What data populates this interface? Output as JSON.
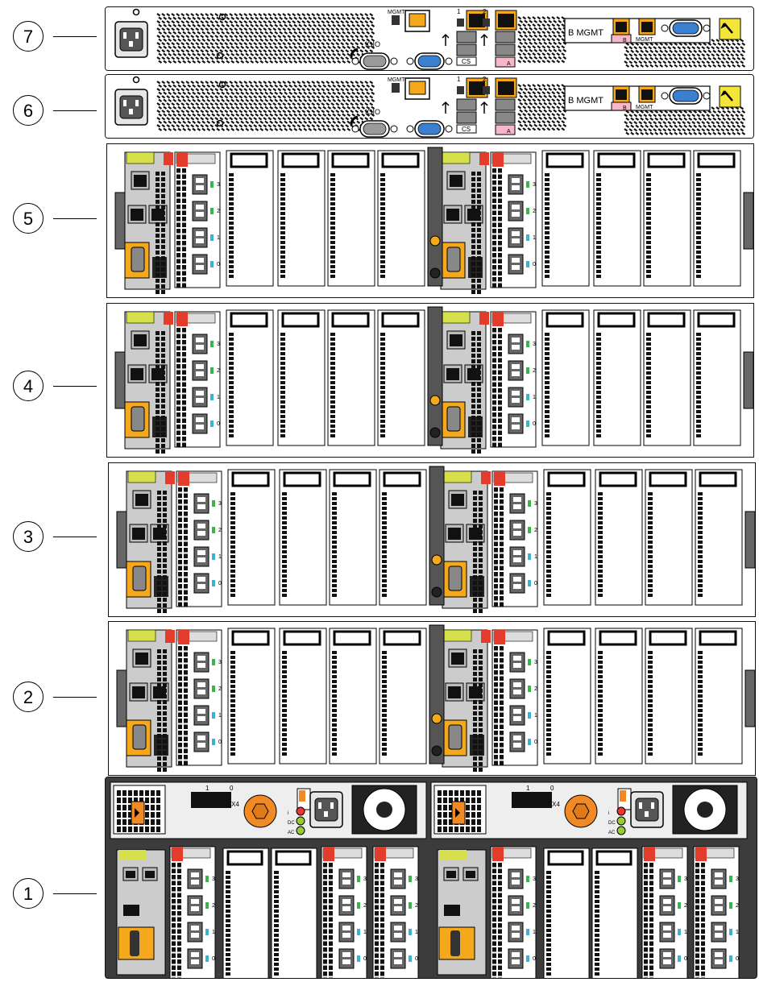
{
  "callouts": [
    {
      "id": "7",
      "label": "7"
    },
    {
      "id": "6",
      "label": "6"
    },
    {
      "id": "5",
      "label": "5"
    },
    {
      "id": "4",
      "label": "4"
    },
    {
      "id": "3",
      "label": "3"
    },
    {
      "id": "2",
      "label": "2"
    },
    {
      "id": "1",
      "label": "1"
    }
  ],
  "mgmt_server": {
    "mgmt_label": "MGMT",
    "port1": "1",
    "port2": "2",
    "serial_label": "IOIO",
    "cs_label": "CS",
    "a_label": "A",
    "b_mgmt_label": "B MGMT",
    "b_label": "B",
    "mgmt2_label": "MGMT"
  },
  "storage": {
    "slot_numbers": [
      "3",
      "2",
      "1",
      "0"
    ],
    "power_switch": [
      "1",
      "0"
    ],
    "x4_label": "X4",
    "led_labels": [
      "i",
      "DC",
      "AC"
    ]
  },
  "colors": {
    "orange": "#f5a81c",
    "yellow_green": "#d6e04a",
    "warning_red": "#e33b2c",
    "vga_blue": "#3a7fd0",
    "chassis_dark": "#3c3c3c",
    "fan_orange": "#f08a24",
    "pink": "#f6b8c8"
  }
}
